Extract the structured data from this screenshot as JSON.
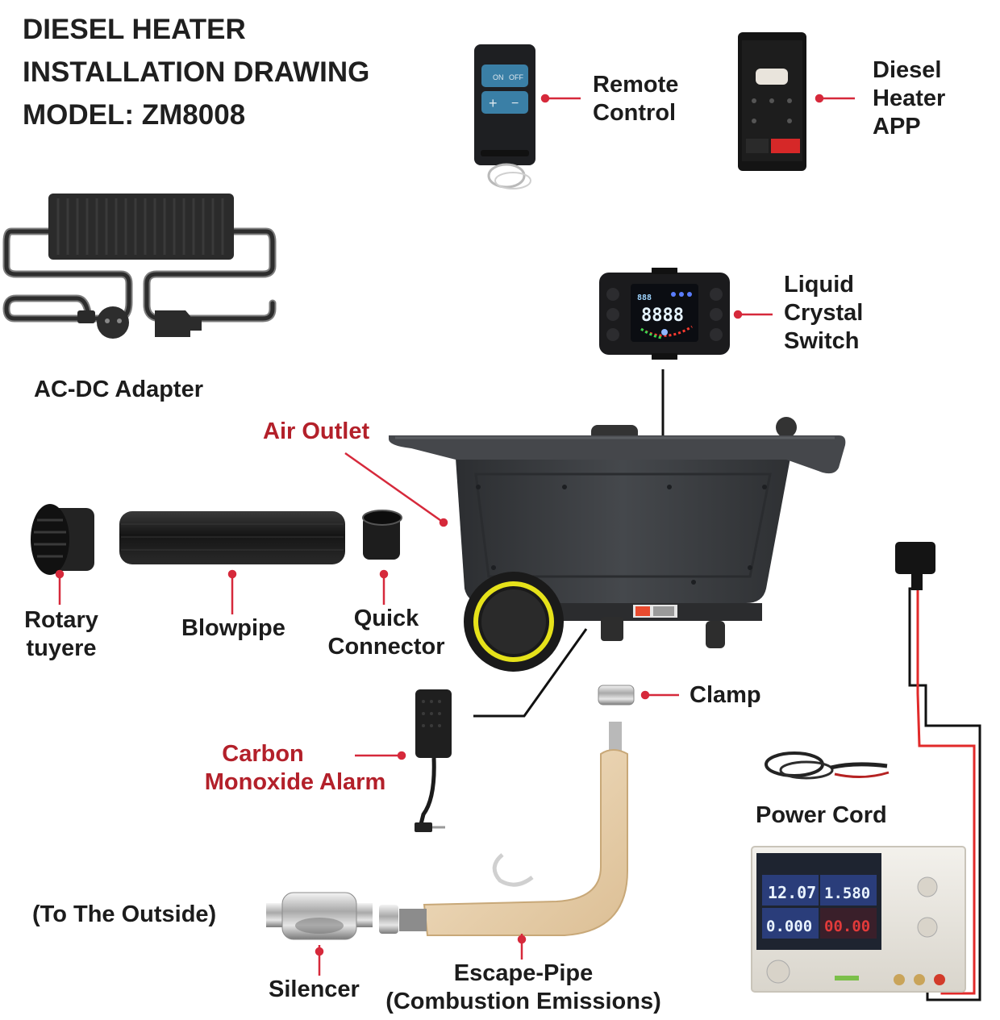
{
  "title": {
    "line1": "DIESEL HEATER",
    "line2": "INSTALLATION DRAWING",
    "line3": "MODEL: ZM8008"
  },
  "labels": {
    "remote_control": [
      "Remote",
      "Control"
    ],
    "heater_app": [
      "Diesel",
      "Heater",
      "APP"
    ],
    "ac_dc_adapter": "AC-DC Adapter",
    "lcd_switch": [
      "Liquid",
      "Crystal",
      "Switch"
    ],
    "air_outlet": "Air Outlet",
    "rotary_tuyere": [
      "Rotary",
      "tuyere"
    ],
    "blowpipe": "Blowpipe",
    "quick_connector": [
      "Quick",
      "Connector"
    ],
    "clamp": "Clamp",
    "co_alarm": [
      "Carbon",
      "Monoxide Alarm"
    ],
    "power_cord": "Power Cord",
    "to_outside": "(To The Outside)",
    "silencer": "Silencer",
    "escape_pipe": [
      "Escape-Pipe",
      "(Combustion Emissions)"
    ]
  },
  "remote": {
    "on": "ON",
    "off": "OFF",
    "plus": "+",
    "minus": "−"
  },
  "lcd": {
    "digits": "8888",
    "small": "888"
  },
  "power_supply": {
    "volts": "12.07",
    "amps": "1.580",
    "watts": "0.000",
    "readout4": "00.00"
  },
  "colors": {
    "label_red": "#b3202a",
    "leader_red": "#d6293b",
    "heater_body": "#3d3f42",
    "wheel_ring": "#e6e21a"
  }
}
